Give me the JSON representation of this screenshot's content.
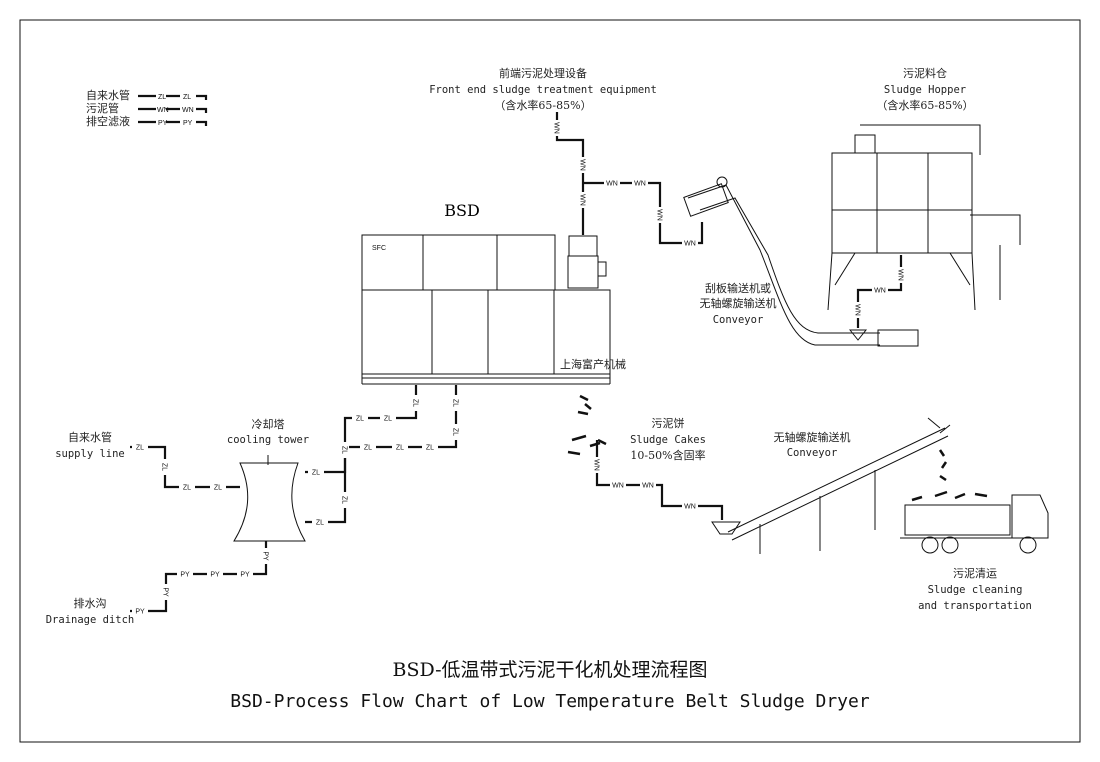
{
  "legend": [
    {
      "label": "自来水管",
      "code": "ZL"
    },
    {
      "label": "污泥管",
      "code": "WN"
    },
    {
      "label": "排空滤液",
      "code": "PY"
    }
  ],
  "front_end": {
    "cn": "前端污泥处理设备",
    "en": "Front end sludge treatment equipment",
    "note": "（含水率65-85%）"
  },
  "hopper": {
    "cn": "污泥料仓",
    "en": "Sludge Hopper",
    "note": "（含水率65-85%）"
  },
  "bsd": {
    "title": "BSD",
    "panel": "SFC",
    "maker": "上海富产机械"
  },
  "scraper_conveyor": {
    "cn1": "刮板输送机或",
    "cn2": "无轴螺旋输送机",
    "en": "Conveyor"
  },
  "cooling_tower": {
    "cn": "冷却塔",
    "en": "cooling tower"
  },
  "supply_line": {
    "cn": "自来水管",
    "en": "supply line"
  },
  "drainage": {
    "cn": "排水沟",
    "en": "Drainage ditch"
  },
  "cakes": {
    "cn": "污泥饼",
    "en": "Sludge Cakes",
    "note": "10-50%含固率"
  },
  "screw_conveyor": {
    "cn": "无轴螺旋输送机",
    "en": "Conveyor"
  },
  "transport": {
    "cn": "污泥清运",
    "en1": "Sludge cleaning",
    "en2": "and transportation"
  },
  "title": {
    "cn": "BSD-低温带式污泥干化机处理流程图",
    "en": "BSD-Process Flow Chart of Low Temperature Belt Sludge Dryer"
  }
}
